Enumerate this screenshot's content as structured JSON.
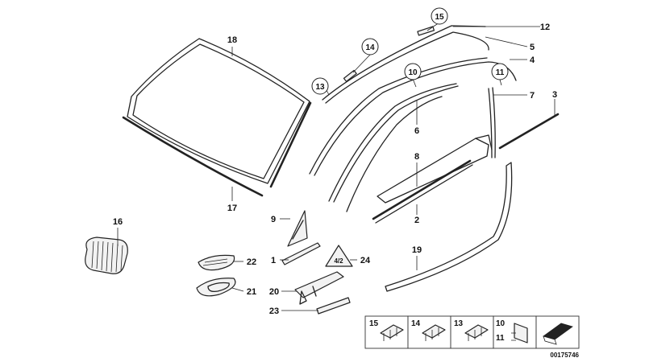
{
  "labels": {
    "p1": "1",
    "p2": "2",
    "p3": "3",
    "p4": "4",
    "p5": "5",
    "p6": "6",
    "p7": "7",
    "p8": "8",
    "p9": "9",
    "p10": "10",
    "p11": "11",
    "p12": "12",
    "p13": "13",
    "p14": "14",
    "p15": "15",
    "p16": "16",
    "p17": "17",
    "p18": "18",
    "p19": "19",
    "p20": "20",
    "p21": "21",
    "p22": "22",
    "p23": "23",
    "p24": "24"
  },
  "triangle_text": "4/2",
  "legend": {
    "b15": "15",
    "b14": "14",
    "b13": "13",
    "b10": "10",
    "b11": "11"
  },
  "reference_number": "00175746"
}
